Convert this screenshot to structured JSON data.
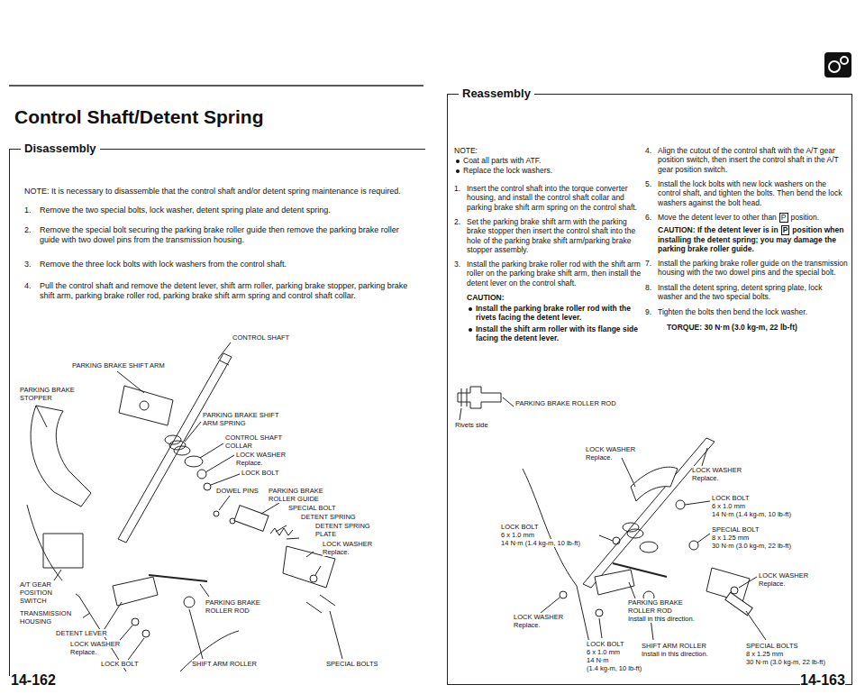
{
  "diagram": {
    "title": "Control Shaft/Detent Spring",
    "nodes": [
      {
        "text": [
          "Disassembly"
        ]
      },
      {
        "text": [
          "Reassembly"
        ]
      }
    ],
    "labels": [
      "NOTE: It is necessary to disassemble that the control shaft and/or detent spring maintenance is required.",
      "1.",
      "Remove the two special bolts, lock washer, detent spring plate and detent spring.",
      "2.",
      "Remove the special bolt securing the parking brake roller guide then remove the parking brake roller guide with two dowel pins from the transmission housing.",
      "3.",
      "Remove the three lock bolts with lock washers from the control shaft.",
      "4.",
      "Pull the control shaft and remove the detent lever, shift arm roller, parking brake stopper, parking brake shift arm, parking brake roller rod, parking brake shift arm spring and control shaft collar.",
      "CONTROL SHAFT",
      "PARKING BRAKE SHIFT ARM",
      "PARKING BRAKE STOPPER",
      "PARKING BRAKE SHIFT ARM SPRING",
      "CONTROL SHAFT COLLAR",
      "LOCK WASHER",
      "Replace.",
      "LOCK BOLT",
      "DOWEL PINS",
      "PARKING BRAKE ROLLER GUIDE",
      "SPECIAL BOLT",
      "DETENT SPRING",
      "DETENT SPRING PLATE",
      "LOCK WASHER",
      "Replace.",
      "A/T GEAR POSITION SWITCH",
      "TRANSMISSION HOUSING",
      "DETENT LEVER",
      "LOCK WASHER",
      "Replace.",
      "LOCK BOLT",
      "PARKING BRAKE ROLLER ROD",
      "SHIFT ARM ROLLER",
      "SPECIAL BOLTS",
      "14-162",
      "NOTE:",
      "Coat all parts with ATF.",
      "Replace the lock washers.",
      "1.",
      "Insert the control shaft into the torque converter housing, and install the control shaft collar and parking brake shift arm spring on the control shaft.",
      "2.",
      "Set the parking brake shift arm with the parking brake stopper then insert the control shaft into the hole of the parking brake shift arm/parking brake stopper assembly.",
      "3.",
      "Install the parking brake roller rod with the shift arm roller on the parking brake shift arm, then install the detent lever on the control shaft.",
      "CAUTION:",
      "Install the parking brake roller rod with the rivets facing the detent lever.",
      "Install the shift arm roller with its flange side facing the detent lever.",
      "PARKING BRAKE ROLLER ROD",
      "Rivets side",
      "4.",
      "Align the cutout of the control shaft with the A/T gear position switch, then insert the control shaft in the A/T gear position switch.",
      "5.",
      "Install the lock bolts with new lock washers on the control shaft, and tighten the bolts. Then bend the lock washers against the bolt head.",
      "6.",
      "Move the detent lever to other than",
      "P",
      "position.",
      "CAUTION: If the detent lever is in",
      "P",
      "position when installing the detent spring; you may damage the parking brake roller guide.",
      "7.",
      "Install the parking brake roller guide on the transmission housing with the two dowel pins and the special bolt.",
      "8.",
      "Install the detent spring, detent spring plate, lock washer and the two special bolts.",
      "9.",
      "Tighten the bolts then bend the lock washer.",
      "TORQUE: 30 N·m (3.0 kg-m, 22 lb-ft)",
      "LOCK WASHER",
      "Replace.",
      "LOCK WASHER",
      "Replace.",
      "LOCK BOLT",
      "6 x 1.0 mm",
      "14 N·m (1.4 kg-m, 10 lb-ft)",
      "SPECIAL BOLT",
      "8 x 1.25 mm",
      "30 N·m (3.0 kg-m, 22 lb-ft)",
      "LOCK WASHER",
      "Replace.",
      "LOCK BOLT",
      "6 x 1.0 mm",
      "14 N·m (1.4 kg-m, 10 lb-ft)",
      "LOCK WASHER",
      "Replace.",
      "PARKING BRAKE ROLLER ROD",
      "Install in this direction.",
      "LOCK BOLT",
      "6 x 1.0 mm",
      "14 N·m",
      "(1.4 kg-m, 10 lb-ft)",
      "SHIFT ARM ROLLER",
      "Install in this direction.",
      "SPECIAL BOLTS",
      "8 x 1.25 mm",
      "30 N·m (3.0 kg-m, 22 lb-ft)",
      "14-163"
    ]
  }
}
